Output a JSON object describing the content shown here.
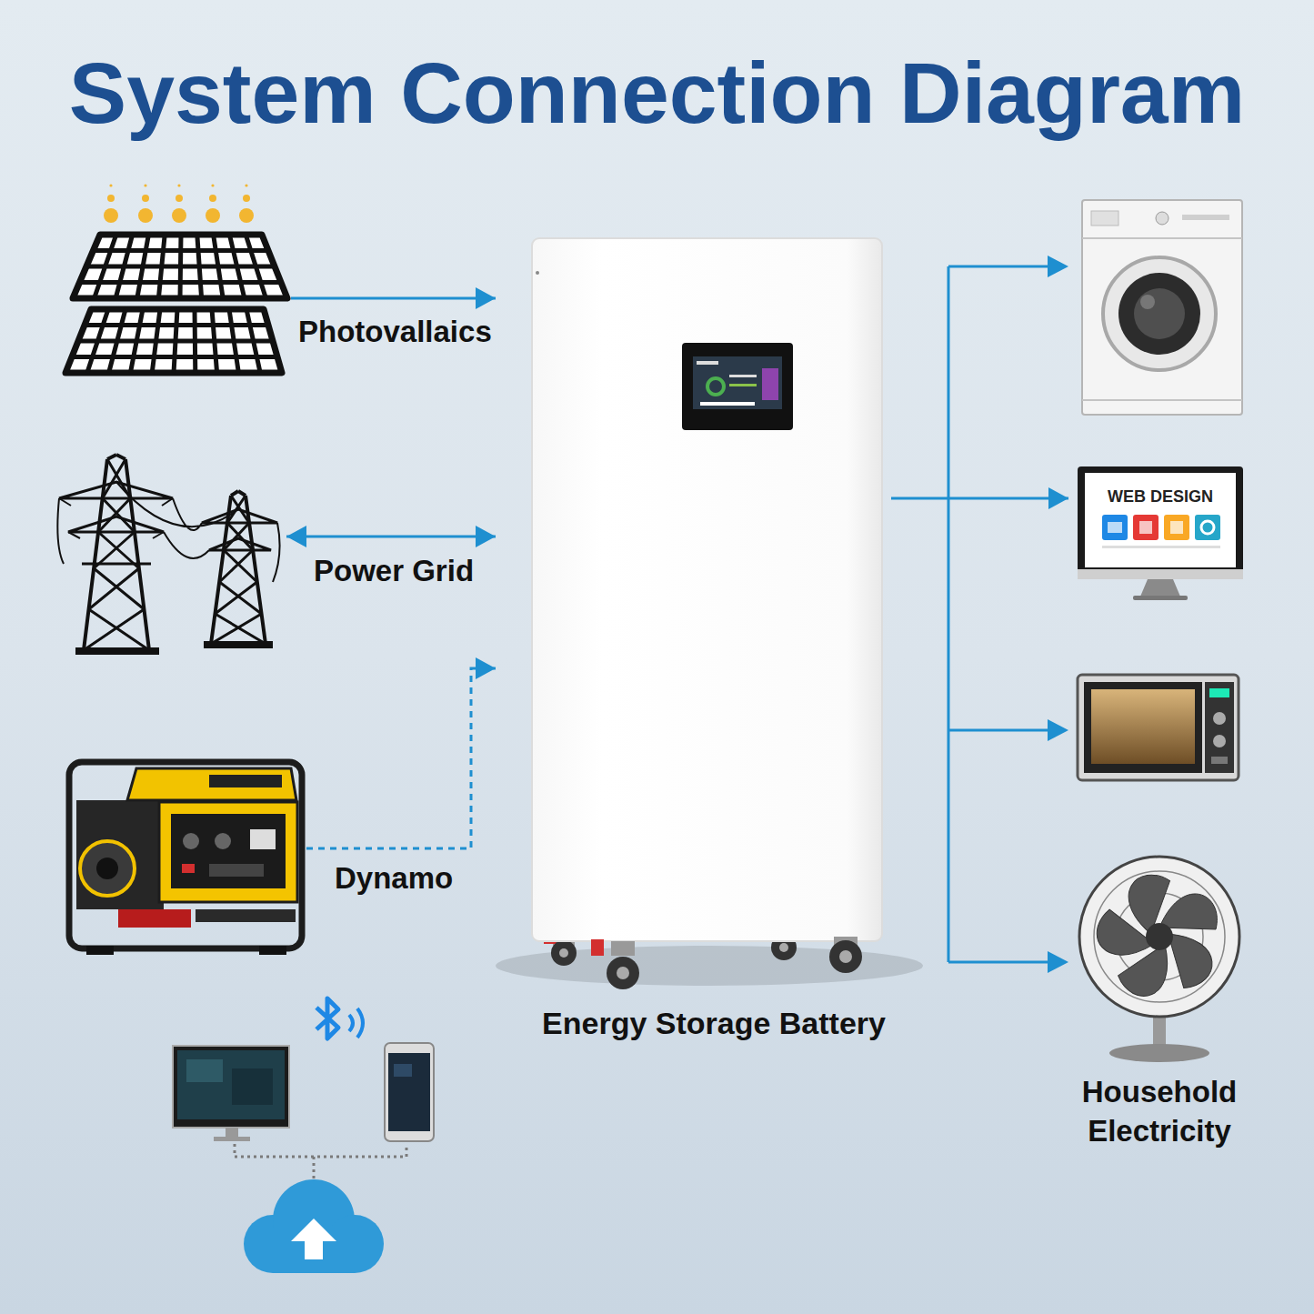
{
  "diagram": {
    "title": "System Connection Diagram",
    "nodes": [
      {
        "text": [
          "Photovallaics"
        ]
      },
      {
        "text": [
          "Power Grid"
        ]
      },
      {
        "text": [
          "Dynamo"
        ]
      },
      {
        "text": [
          "Energy Storage Battery"
        ]
      },
      {
        "text": [
          "Household Electricity"
        ]
      }
    ],
    "edges": [
      {
        "from": 0,
        "to": 3,
        "arrow": "to"
      },
      {
        "from": 1,
        "to": 3,
        "arrow": "both"
      },
      {
        "from": 2,
        "to": 3,
        "arrow": "to"
      },
      {
        "from": 3,
        "to": 4,
        "arrow": "to"
      }
    ],
    "labels": [
      "WEB DESIGN"
    ]
  }
}
